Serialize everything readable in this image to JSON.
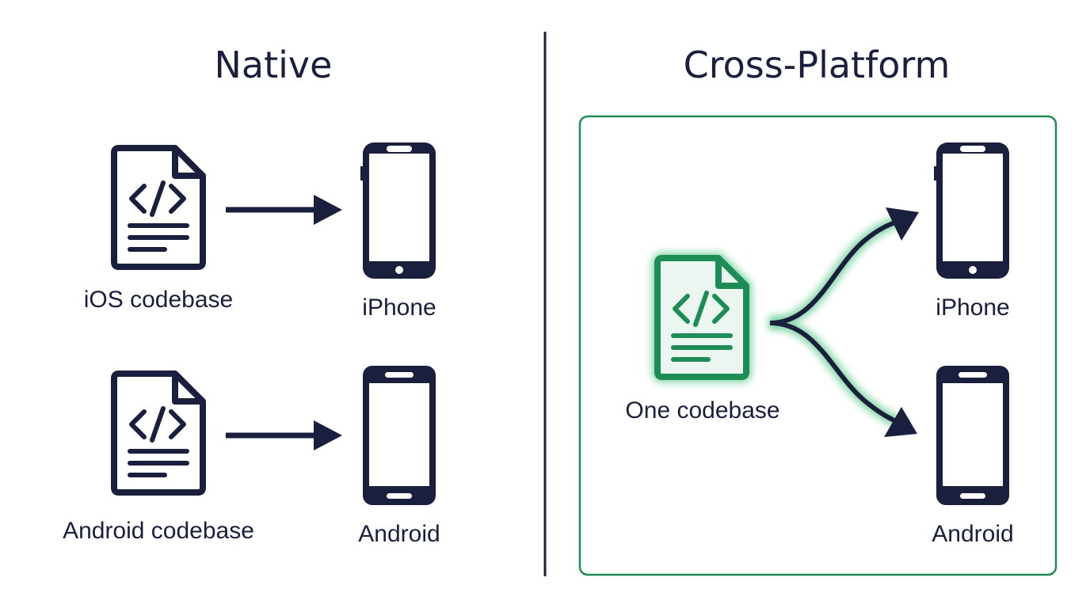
{
  "native": {
    "title": "Native",
    "ios_codebase_label": "iOS codebase",
    "iphone_label": "iPhone",
    "android_codebase_label": "Android codebase",
    "android_label": "Android"
  },
  "cross_platform": {
    "title": "Cross-Platform",
    "one_codebase_label": "One codebase",
    "iphone_label": "iPhone",
    "android_label": "Android"
  },
  "colors": {
    "ink": "#1a1f3d",
    "accent": "#1e8c55",
    "accent_fill": "#eaf6ef",
    "glow": "#7fd6a4"
  },
  "icons": {
    "code_file": "code-file-icon",
    "iphone": "iphone-icon",
    "android_phone": "android-phone-icon",
    "arrow": "arrow-right-icon"
  }
}
